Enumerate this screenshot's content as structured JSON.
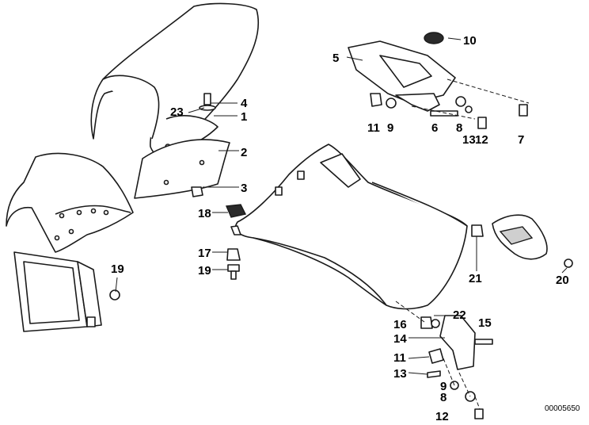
{
  "diagram": {
    "callouts": [
      "1",
      "2",
      "3",
      "4",
      "5",
      "6",
      "7",
      "8",
      "9",
      "10",
      "11",
      "12",
      "13",
      "14",
      "15",
      "16",
      "17",
      "18",
      "19",
      "20",
      "21",
      "22",
      "23"
    ],
    "repeat_callouts": {
      "8b": "8",
      "9b": "9",
      "11b": "11",
      "12b": "12",
      "13b": "13",
      "19b": "19"
    },
    "catalog_number": "00005650"
  },
  "colors": {
    "ink": "#1a1a1a",
    "background": "#ffffff",
    "shade": "#cfcfcf"
  }
}
